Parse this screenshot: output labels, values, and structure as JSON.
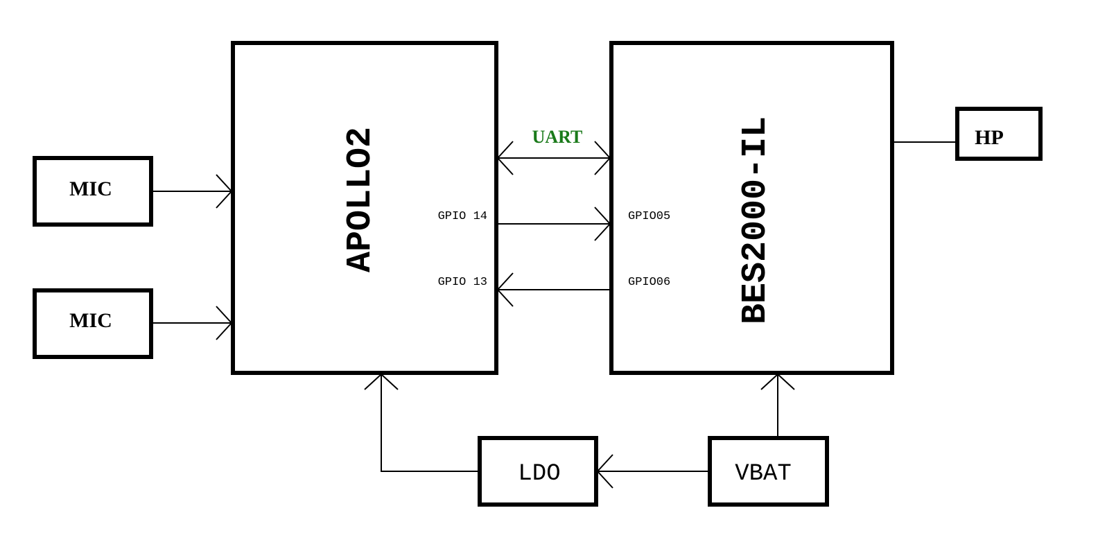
{
  "blocks": {
    "mic_1": "MIC",
    "mic_2": "MIC",
    "apollo": "APOLLO2",
    "bes": "BES2000-IL",
    "hp": "HP",
    "ldo": "LDO",
    "vbat": "VBAT"
  },
  "links": {
    "uart": "UART",
    "apollo_gpio14": "GPIO 14",
    "apollo_gpio13": "GPIO 13",
    "bes_gpio05": "GPIO05",
    "bes_gpio06": "GPIO06"
  },
  "colors": {
    "uart_label": "#1a7a1a",
    "line": "#000000"
  }
}
